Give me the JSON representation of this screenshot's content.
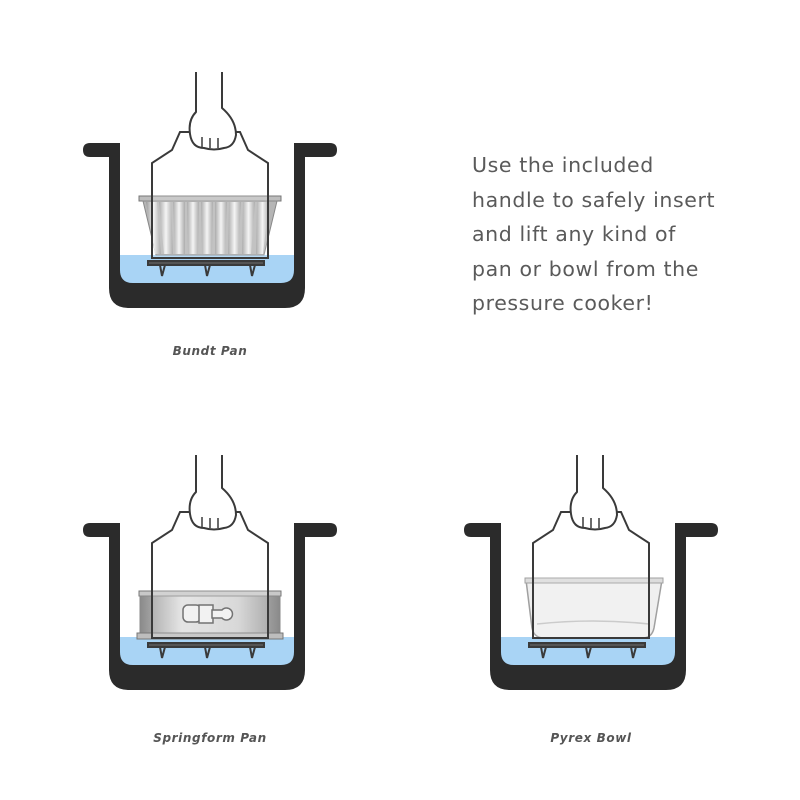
{
  "description": {
    "lines": [
      "Use the included",
      "handle to safely insert",
      "and lift any kind of",
      "pan or bowl from the",
      "pressure cooker!"
    ]
  },
  "panels": [
    {
      "id": "bundt",
      "caption": "Bundt Pan",
      "pan_type": "bundt-pan"
    },
    {
      "id": "springform",
      "caption": "Springform Pan",
      "pan_type": "springform-pan"
    },
    {
      "id": "pyrex",
      "caption": "Pyrex Bowl",
      "pan_type": "pyrex-bowl"
    }
  ],
  "colors": {
    "pot": "#2b2b2b",
    "water": "#a9d4f5",
    "outline": "#3a3a3a",
    "text": "#5a5a5a",
    "caption": "#555555",
    "metal_light": "#d8d8d8",
    "metal_dark": "#8a8a8a",
    "glass": "#e6e6e6"
  }
}
